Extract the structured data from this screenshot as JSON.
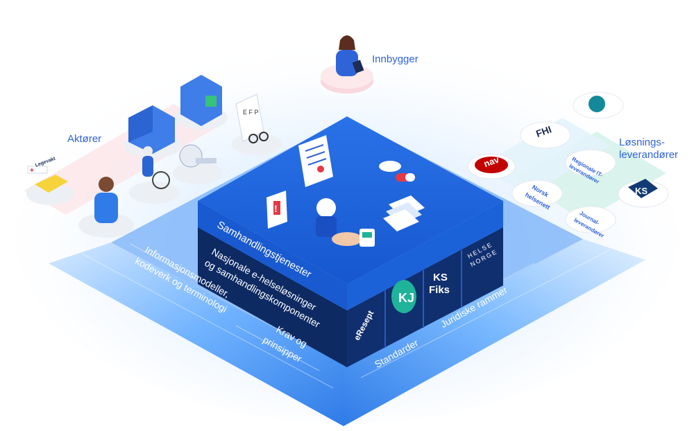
{
  "actors_label": "Aktører",
  "citizen_label": "Innbygger",
  "vendors_label": "Løsnings-\nleverandører",
  "layers": {
    "top": "Samhandlingstjenester",
    "middle_1": "Nasjonale e-helseløsninger",
    "middle_2": "og samhandlingskomponenter"
  },
  "base": {
    "info_models_1": "Informasjonsmodeller,",
    "info_models_2": "kodeverk og terminologi",
    "requirements_1": "Krav og",
    "requirements_2": "prinsipper",
    "standards": "Standarder",
    "legal": "Juridiske rammer"
  },
  "tiles": {
    "eresept": "eResept",
    "ks_fiks_1": "KS",
    "ks_fiks_2": "Fiks",
    "helsenorge_1": "HELSE",
    "helsenorge_2": "NORGE"
  },
  "vendors": {
    "nav": "nav",
    "fhi": "FHI",
    "regional_it_1": "Regionale IT-",
    "regional_it_2": "leverandører",
    "norsk_helsenett_1": "Norsk",
    "norsk_helsenett_2": "helsenett",
    "ks": "KS",
    "journal_1": "Journal-",
    "journal_2": "leverandører"
  },
  "actors": {
    "legevakt": "Legevakt"
  },
  "colors": {
    "accent": "#2f63d8",
    "base_blue": "#3b8df0",
    "top_blue": "#1e5fd6",
    "dark_navy": "#0e2a63",
    "mint": "#d8f3ec",
    "pink": "#fbe6ea"
  }
}
